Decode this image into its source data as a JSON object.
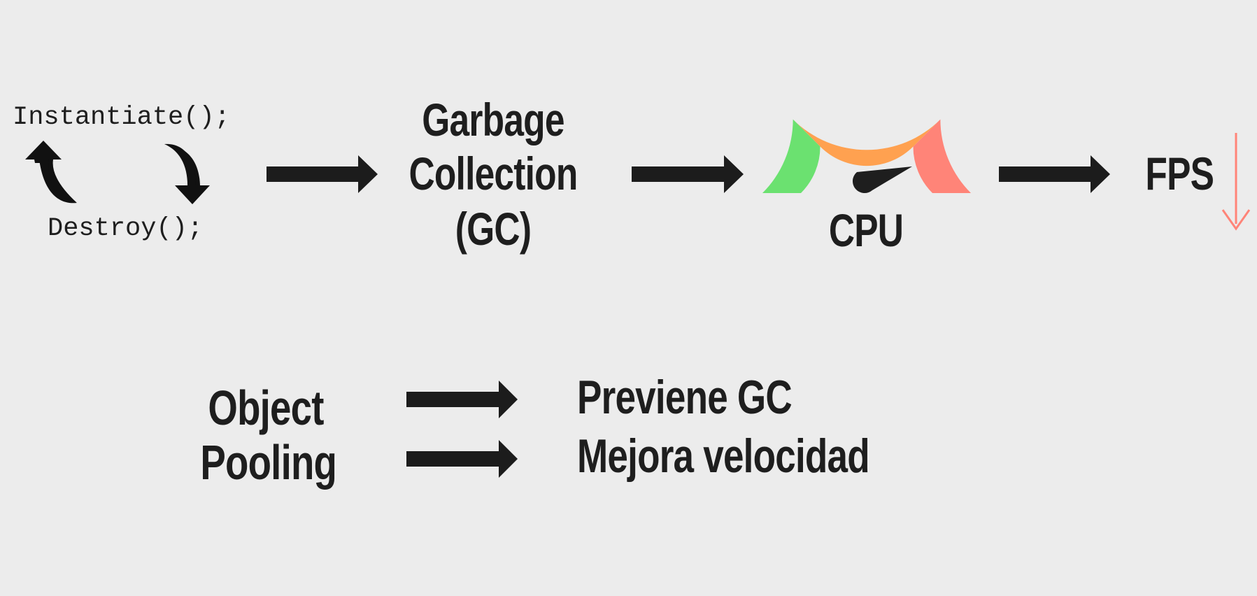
{
  "code": {
    "instantiate": "Instantiate();",
    "destroy": "Destroy();"
  },
  "gc": {
    "line1": "Garbage",
    "line2": "Collection",
    "line3": "(GC)"
  },
  "cpu": {
    "label": "CPU",
    "zones": {
      "low": "#6be170",
      "mid": "#ffa150",
      "high": "#ff8478"
    }
  },
  "fps": {
    "label": "FPS",
    "arrow_color": "#ff8478"
  },
  "pooling": {
    "line1": "Object",
    "line2": "Pooling"
  },
  "benefits": {
    "first": "Previene GC",
    "second": "Mejora velocidad"
  },
  "colors": {
    "ink": "#1e1e1e",
    "background": "#ececec"
  }
}
